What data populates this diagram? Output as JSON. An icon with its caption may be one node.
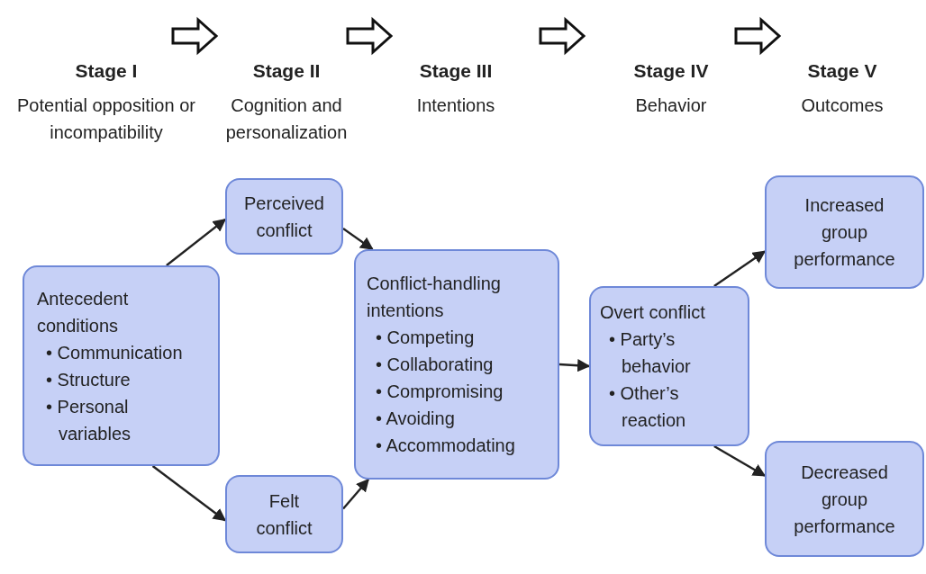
{
  "diagram": {
    "nodes": [
      {
        "text": [
          "Antecedent conditions",
          "• Communication",
          "• Structure",
          "• Personal variables"
        ]
      },
      {
        "text": [
          "Perceived conflict"
        ]
      },
      {
        "text": [
          "Felt conflict"
        ]
      },
      {
        "text": [
          "Conflict-handling intentions",
          "• Competing",
          "• Collaborating",
          "• Compromising",
          "• Avoiding",
          "• Accommodating"
        ]
      },
      {
        "text": [
          "Overt conflict",
          "• Party’s behavior",
          "• Other’s reaction"
        ]
      },
      {
        "text": [
          "Increased group performance"
        ]
      },
      {
        "text": [
          "Decreased group performance"
        ]
      }
    ],
    "edges": [
      {
        "from": 0,
        "to": 1,
        "arrow": "to"
      },
      {
        "from": 0,
        "to": 2,
        "arrow": "to"
      },
      {
        "from": 1,
        "to": 3,
        "arrow": "to"
      },
      {
        "from": 2,
        "to": 3,
        "arrow": "to"
      },
      {
        "from": 3,
        "to": 4,
        "arrow": "to"
      },
      {
        "from": 4,
        "to": 5,
        "arrow": "to"
      },
      {
        "from": 4,
        "to": 6,
        "arrow": "to"
      }
    ],
    "labels": [
      "Stage I",
      "Potential opposition or incompatibility",
      "Stage II",
      "Cognition and personalization",
      "Stage III",
      "Intentions",
      "Stage IV",
      "Behavior",
      "Stage V",
      "Outcomes"
    ]
  }
}
